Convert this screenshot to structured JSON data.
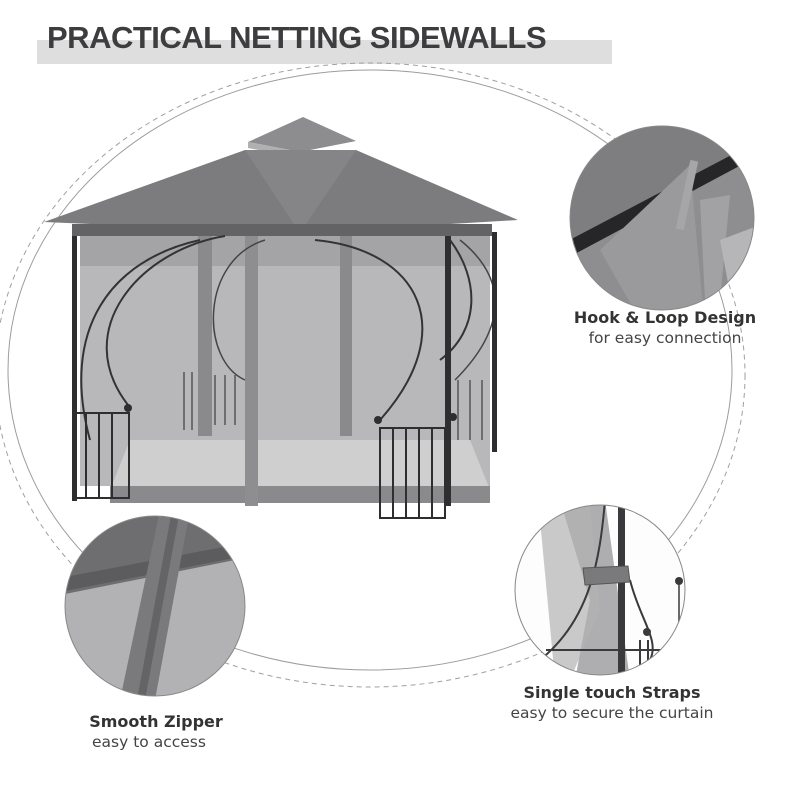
{
  "title": "PRACTICAL NETTING SIDEWALLS",
  "colors": {
    "title_text": "#3d3d3f",
    "title_band": "#dedede",
    "canopy": "#7a7a7c",
    "frame": "#2e2e30",
    "netting": "#a8a8aa",
    "outline": "#9a9a9a"
  },
  "features": [
    {
      "id": "hook-loop",
      "heading": "Hook & Loop Design",
      "subtext": "for easy connection"
    },
    {
      "id": "straps",
      "heading": "Single touch Straps",
      "subtext": "easy to secure the curtain"
    },
    {
      "id": "zipper",
      "heading": "Smooth Zipper",
      "subtext": "easy to access"
    }
  ]
}
